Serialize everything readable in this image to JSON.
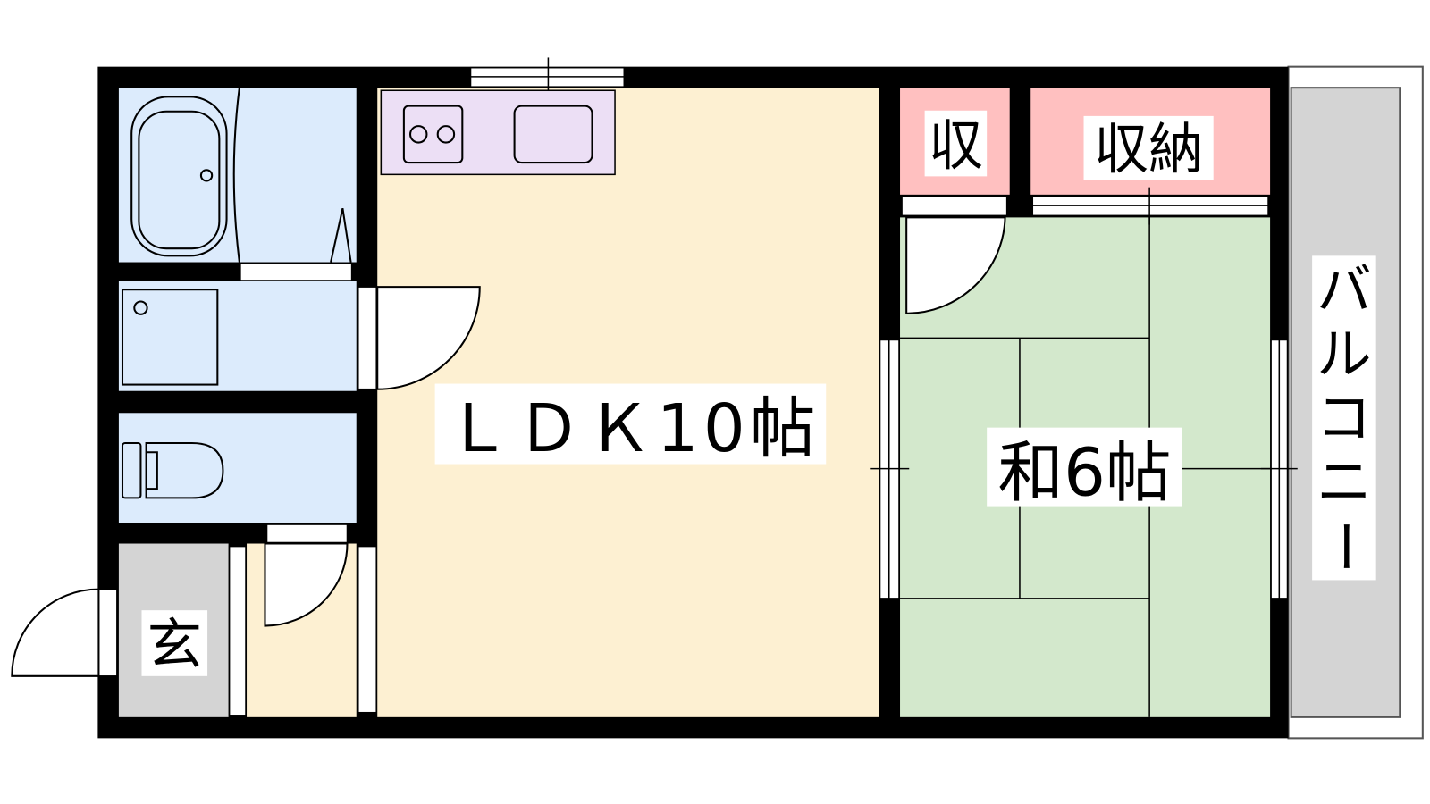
{
  "rooms": {
    "ldk": "ＬＤＫ10帖",
    "washitsu": "和6帖",
    "closet_small": "収",
    "closet_large": "収納",
    "entrance": "玄",
    "balcony": [
      "バ",
      "ル",
      "コ",
      "ニ",
      "ー"
    ]
  },
  "colors": {
    "wall": "#000000",
    "wet_area": "#dcebfc",
    "ldk_floor": "#fdf0d2",
    "kitchen": "#ecdff5",
    "storage": "#ffc0c0",
    "tatami": "#d3e8cc",
    "entrance": "#d4d4d4",
    "balcony": "#d4d4d4"
  }
}
